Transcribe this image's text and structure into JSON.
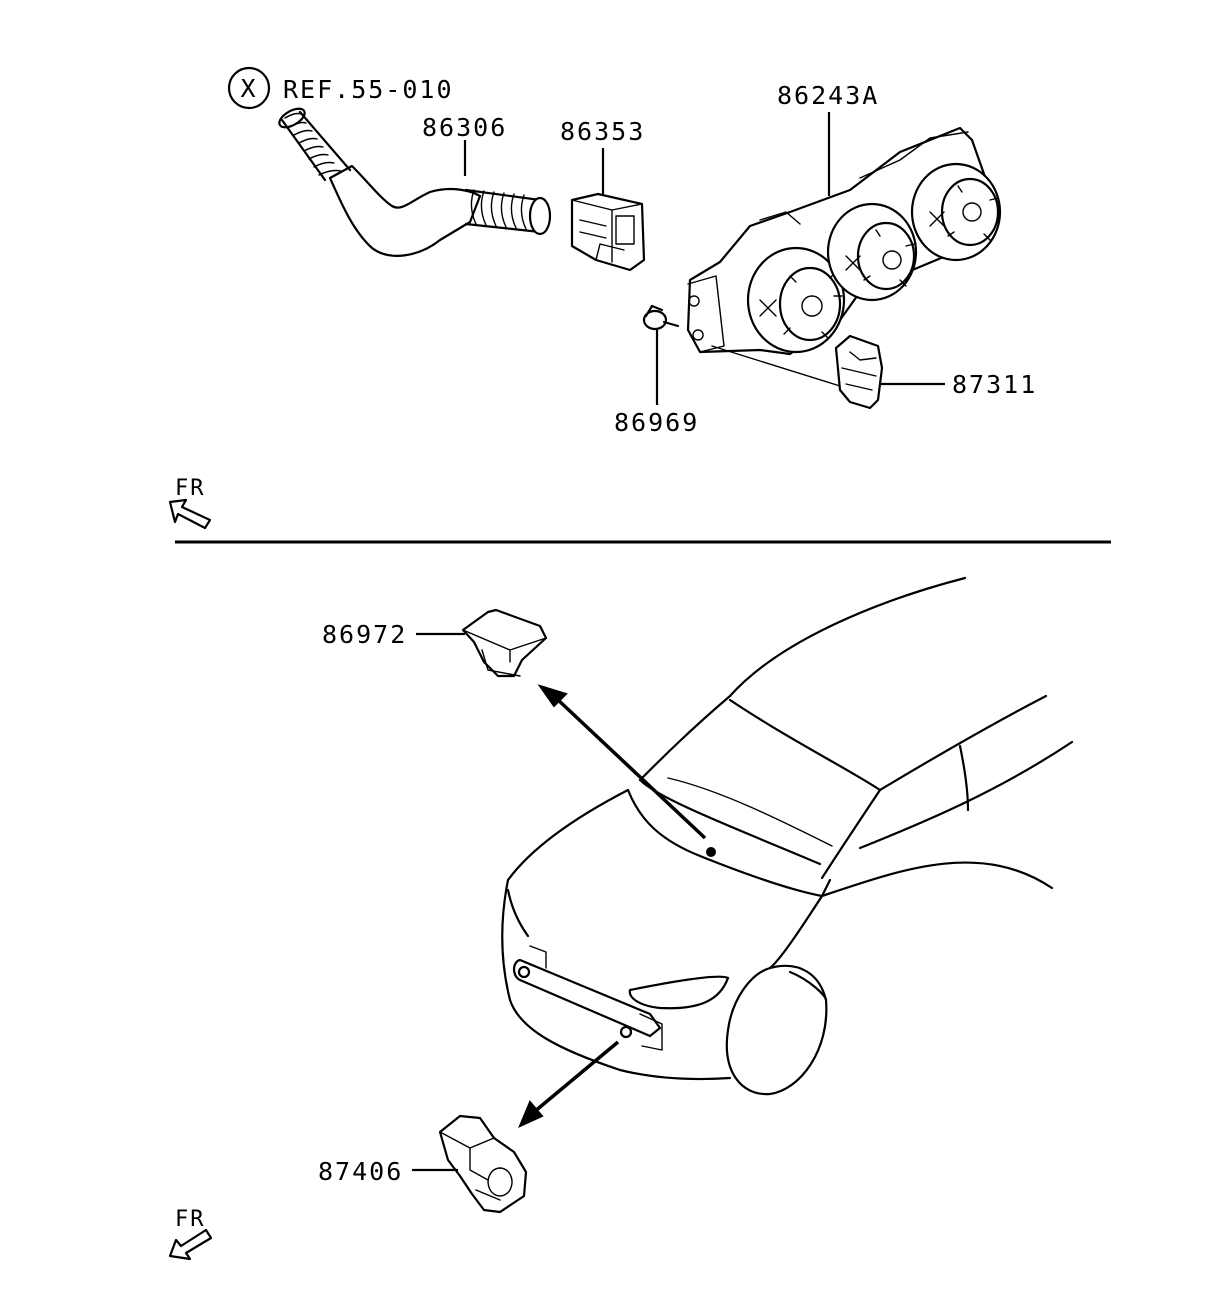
{
  "ref_marker": {
    "symbol": "X",
    "text": "REF.55-010"
  },
  "part_numbers": {
    "hose": "86306",
    "connector": "86353",
    "control_panel": "86243A",
    "bulb": "86969",
    "bracket": "87311",
    "sensor_top": "86972",
    "sensor_bottom": "87406"
  },
  "orientation": {
    "top": "FR",
    "bottom": "FR"
  }
}
